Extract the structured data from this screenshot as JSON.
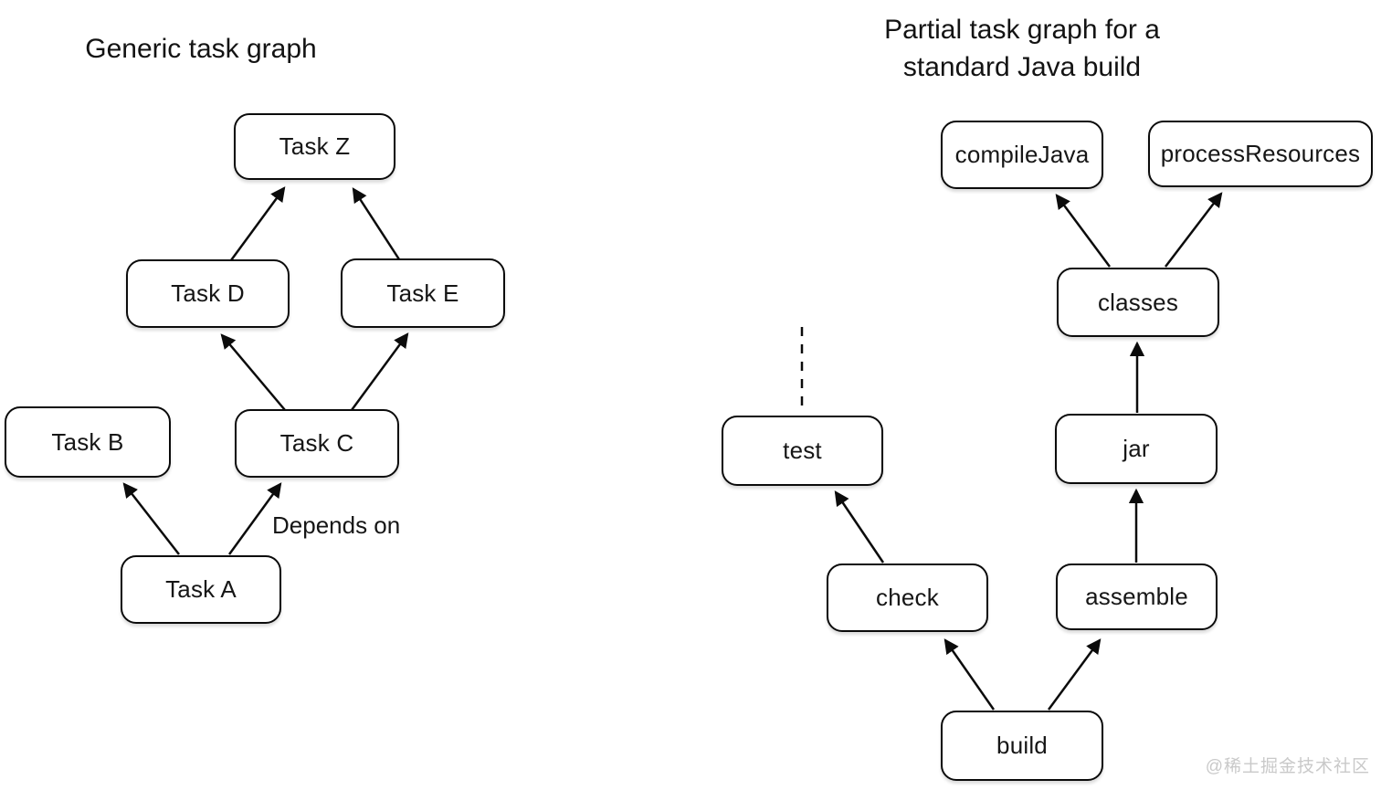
{
  "watermark": "@稀土掘金技术社区",
  "left_graph": {
    "title": "Generic task graph",
    "edge_label": "Depends on",
    "nodes": {
      "task_z": "Task Z",
      "task_d": "Task D",
      "task_e": "Task E",
      "task_b": "Task B",
      "task_c": "Task C",
      "task_a": "Task A"
    },
    "edges": [
      {
        "from": "Task D",
        "to": "Task Z",
        "style": "solid"
      },
      {
        "from": "Task E",
        "to": "Task Z",
        "style": "solid"
      },
      {
        "from": "Task C",
        "to": "Task D",
        "style": "solid"
      },
      {
        "from": "Task C",
        "to": "Task E",
        "style": "solid"
      },
      {
        "from": "Task A",
        "to": "Task B",
        "style": "solid"
      },
      {
        "from": "Task A",
        "to": "Task C",
        "style": "solid"
      }
    ]
  },
  "right_graph": {
    "title_line1": "Partial task graph for a",
    "title_line2": "standard Java build",
    "nodes": {
      "compile_java": "compileJava",
      "process_resources": "processResources",
      "classes": "classes",
      "test": "test",
      "jar": "jar",
      "check": "check",
      "assemble": "assemble",
      "build": "build"
    },
    "edges": [
      {
        "from": "classes",
        "to": "compileJava",
        "style": "solid"
      },
      {
        "from": "classes",
        "to": "processResources",
        "style": "solid"
      },
      {
        "from": "jar",
        "to": "classes",
        "style": "solid"
      },
      {
        "from": "assemble",
        "to": "jar",
        "style": "solid"
      },
      {
        "from": "check",
        "to": "test",
        "style": "solid"
      },
      {
        "from": "build",
        "to": "check",
        "style": "solid"
      },
      {
        "from": "build",
        "to": "assemble",
        "style": "solid"
      },
      {
        "from": "test",
        "to": "",
        "style": "dashed-stub-upward"
      }
    ]
  },
  "colors": {
    "background": "#ffffff",
    "stroke": "#0b0b0b",
    "text": "#161616",
    "watermark": "#c9c9c9"
  }
}
